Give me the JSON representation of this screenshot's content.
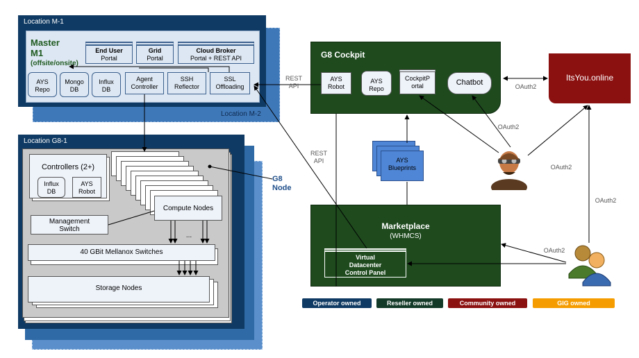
{
  "locations": {
    "m1": "Location M-1",
    "m2": "Location M-2",
    "g8_1": "Location G8-1"
  },
  "master": {
    "title_line1": "Master",
    "title_line2": "M1",
    "title_line3": "(offsite/onsite)",
    "portals": [
      {
        "title": "End User",
        "sub": "Portal"
      },
      {
        "title": "Grid",
        "sub": "Portal"
      },
      {
        "title": "Cloud Broker",
        "sub": "Portal + REST API"
      }
    ],
    "components": [
      {
        "line1": "AYS",
        "line2": "Repo"
      },
      {
        "line1": "Mongo",
        "line2": "DB"
      },
      {
        "line1": "Influx",
        "line2": "DB"
      },
      {
        "line1": "Agent",
        "line2": "Controller"
      },
      {
        "line1": "SSH",
        "line2": "Reflector"
      },
      {
        "line1": "SSL",
        "line2": "Offloading"
      }
    ]
  },
  "g8": {
    "controllers": "Controllers (2+)",
    "influx_line1": "Influx",
    "influx_line2": "DB",
    "robot_line1": "AYS",
    "robot_line2": "Robot",
    "compute": "Compute Nodes",
    "mgmt_line1": "Management",
    "mgmt_line2": "Switch",
    "switches": "40 GBit Mellanox Switches",
    "storage": "Storage Nodes",
    "node_label_line1": "G8",
    "node_label_line2": "Node",
    "dots": "..."
  },
  "cockpit": {
    "title": "G8 Cockpit",
    "robot_line1": "AYS",
    "robot_line2": "Robot",
    "repo_line1": "AYS",
    "repo_line2": "Repo",
    "portal_line1": "CockpitP",
    "portal_line2": "ortal",
    "chatbot": "Chatbot"
  },
  "itsyou": "ItsYou.online",
  "blueprints_line1": "AYS",
  "blueprints_line2": "Blueprints",
  "marketplace": {
    "title": "Marketplace",
    "sub": "(WHMCS)",
    "vdc_line1": "Virtual",
    "vdc_line2": "Datacenter",
    "vdc_line3": "Control Panel"
  },
  "edge_labels": {
    "rest_api_1_l1": "REST",
    "rest_api_1_l2": "API",
    "rest_api_2_l1": "REST",
    "rest_api_2_l2": "API",
    "oauth_cockpit": "OAuth2",
    "oauth_pilot": "OAuth2",
    "oauth_users_itsyou": "OAuth2",
    "oauth_pilot_itsyou": "OAuth2",
    "oauth_users_market": "OAuth2"
  },
  "legend": [
    {
      "label": "Operator owned",
      "color": "#0f3a63"
    },
    {
      "label": "Reseller owned",
      "color": "#133a28"
    },
    {
      "label": "Community owned",
      "color": "#8b1010"
    },
    {
      "label": "GIG owned",
      "color": "#f59d00"
    }
  ],
  "icons": [
    "pilot-avatar-icon",
    "users-group-icon",
    "database-icon"
  ]
}
